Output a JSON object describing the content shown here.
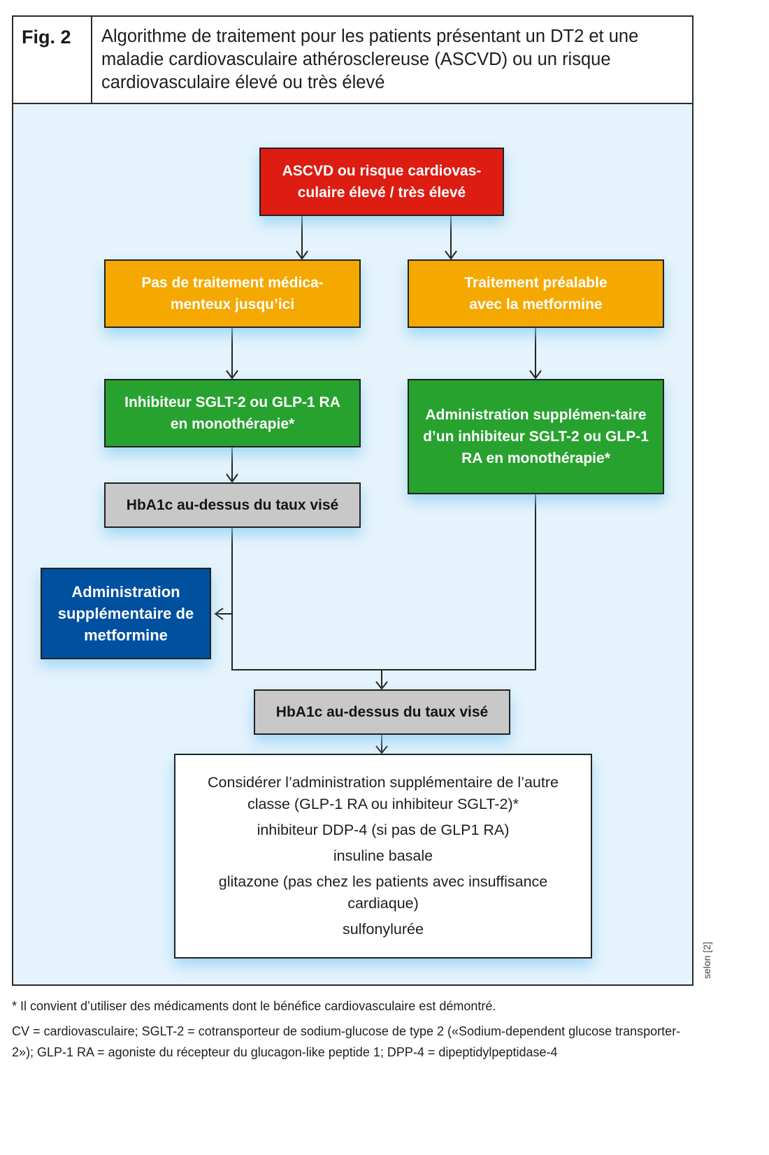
{
  "figure": {
    "label": "Fig. 2",
    "title": "Algorithme de traitement pour les patients présentant un DT2 et une maladie cardiovasculaire athérosclereuse (ASCVD) ou un risque cardiovasculaire élevé ou très élevé"
  },
  "nodes": {
    "start": "ASCVD ou risque cardiovas-culaire élevé / très élevé",
    "no_treatment": "Pas de traitement médica-menteux jusqu’ici",
    "prior_metformin": "Traitement préalable avec la metformine",
    "sglt2_glp1_mono": "Inhibiteur SGLT-2 ou GLP-1 RA en monothérapie*",
    "add_sglt2_glp1": "Administration supplémen-taire d’un inhibiteur SGLT-2 ou GLP-1 RA en monothérapie*",
    "hba1c_1": "HbA1c au-dessus du taux visé",
    "add_metformin": "Administration supplémentaire de metformine",
    "hba1c_2": "HbA1c au-dessus du taux visé",
    "options": [
      "Considérer l’administration supplémentaire de l’autre classe (GLP-1 RA ou inhibiteur SGLT-2)*",
      "inhibiteur DDP-4 (si pas de GLP1 RA)",
      "insuline basale",
      "glitazone (pas chez les patients avec insuffisance cardiaque)",
      "sulfonylurée"
    ]
  },
  "footnotes": {
    "asterisk": "* Il convient d’utiliser des médicaments dont le bénéfice cardiovasculaire est démontré.",
    "abbreviations": "CV = cardiovasculaire; SGLT-2 = cotransporteur de sodium-glucose de type 2 («Sodium-dependent glucose transporter-2»); GLP-1 RA = agoniste du récepteur du glucagon-like peptide 1; DPP-4 = dipeptidylpeptidase-4"
  },
  "source": "selon [2]",
  "colors": {
    "start": "#dd1c12",
    "decision": "#f5a800",
    "therapy": "#27a22f",
    "check": "#c8c8c8",
    "metformin": "#0050a0",
    "background": "#e5f3fc"
  }
}
